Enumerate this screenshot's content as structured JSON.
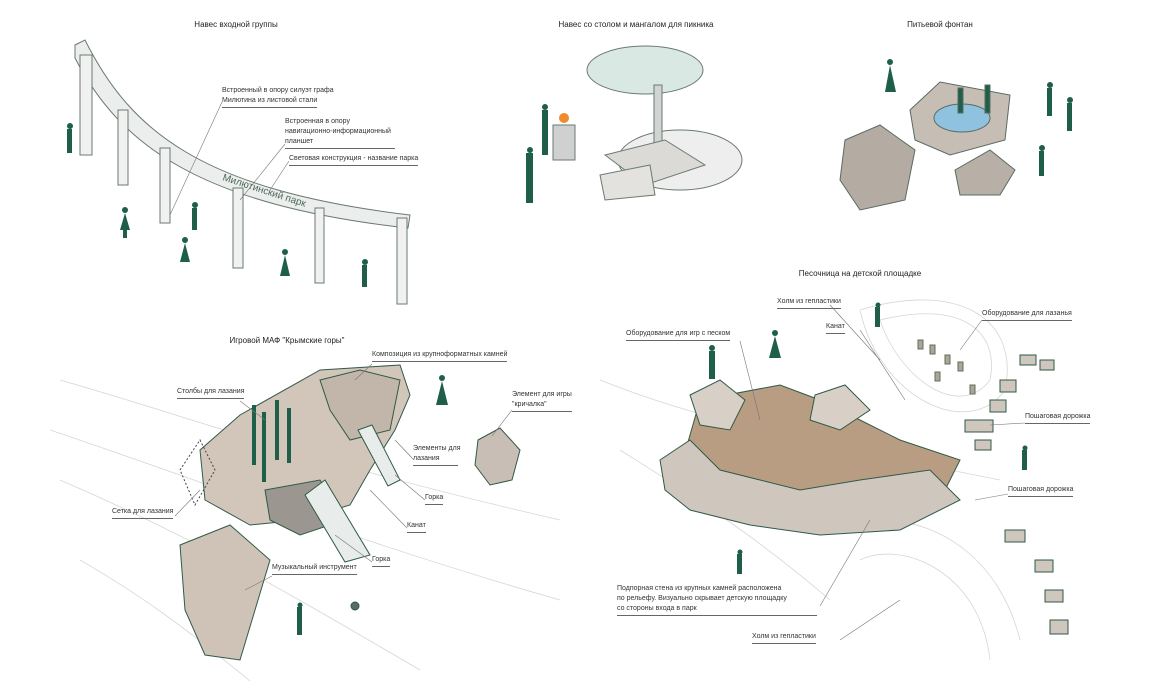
{
  "sections": {
    "entrance": {
      "title": "Навес входной группы",
      "labels": [
        "Встроенный в опору силуэт графа",
        "Милютина из листовой стали",
        "Встроенная в опору",
        "навигационно-информационный",
        "планшет",
        "Световая конструкция - название парка"
      ],
      "sign_text": "Милютинский парк"
    },
    "picnic": {
      "title": "Навес со столом и мангалом для пикника"
    },
    "fountain": {
      "title": "Питьевой фонтан"
    },
    "play": {
      "title": "Игровой МАФ \"Крымские горы\"",
      "labels": {
        "stones": "Композиция из крупноформатных камней",
        "poles": "Столбы для лазания",
        "shout_1": "Элемент для игры",
        "shout_2": "\"кричалка\"",
        "climb_1": "Элементы для",
        "climb_2": "лазания",
        "slide_1": "Горка",
        "net": "Сетка для лазания",
        "rope": "Канат",
        "slide_2": "Горка",
        "music": "Музыкальный инструмент"
      }
    },
    "sandbox": {
      "title": "Песочница на детской площадке",
      "labels": {
        "hill_1": "Холм из гепластики",
        "rope": "Канат",
        "sand_equipment": "Оборудование для игр с песком",
        "climb_equipment": "Оборудование для лазанья",
        "path_1": "Пошаговая дорожка",
        "path_2": "Пошаговая дорожка",
        "wall_1": "Подпорная стена из крупных камней расположена",
        "wall_2": "по рельефу. Визуально  скрывает детскую площадку",
        "wall_3": "со стороны входа в парк",
        "hill_2": "Холм из гепластики"
      }
    }
  },
  "colors": {
    "accent": "#1f5f4a",
    "stone": "#cfc6bd",
    "sand": "#b89c80",
    "line": "#9a9a9a"
  }
}
